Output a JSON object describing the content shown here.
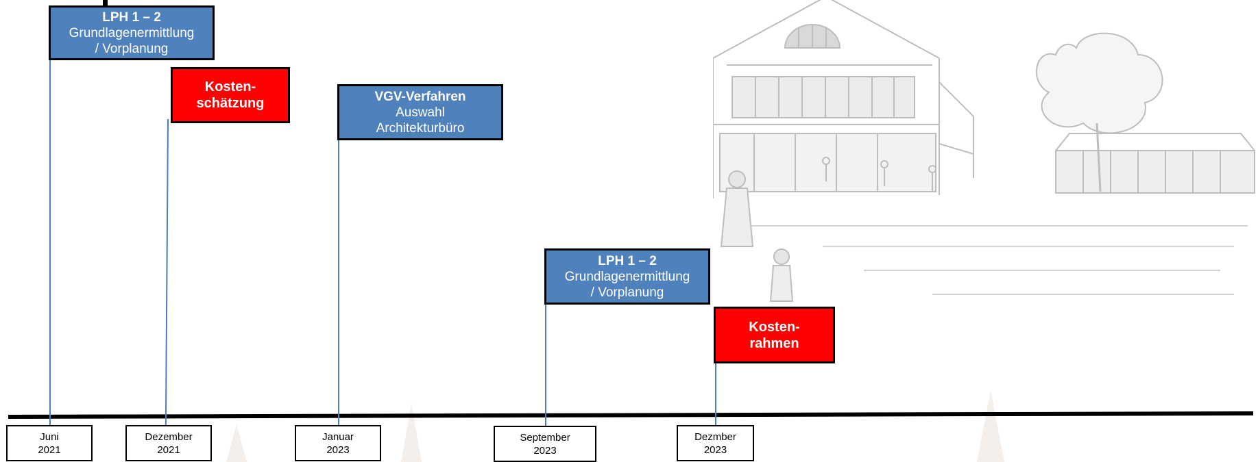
{
  "milestones": [
    {
      "id": "lph-2021",
      "title": "LPH 1 – 2",
      "line1": "Grundlagenermittlung",
      "line2": "/ Vorplanung",
      "color": "blue"
    },
    {
      "id": "kostenschaetzung",
      "title_line1": "Kosten-",
      "title_line2": "schätzung",
      "color": "red"
    },
    {
      "id": "vgv",
      "title": "VGV-Verfahren",
      "line1": "Auswahl",
      "line2": "Architekturbüro",
      "color": "blue"
    },
    {
      "id": "lph-2023",
      "title": "LPH 1 – 2",
      "line1": "Grundlagenermittlung",
      "line2": "/ Vorplanung",
      "color": "blue"
    },
    {
      "id": "kostenrahmen",
      "title_line1": "Kosten-",
      "title_line2": "rahmen",
      "color": "red"
    }
  ],
  "dates": [
    {
      "month": "Juni",
      "year": "2021"
    },
    {
      "month": "Dezember",
      "year": "2021"
    },
    {
      "month": "Januar",
      "year": "2023"
    },
    {
      "month": "September",
      "year": "2023"
    },
    {
      "month": "Dezmber",
      "year": "2023"
    }
  ],
  "colors": {
    "blue": "#4f81bd",
    "red": "#ff0000",
    "connector": "#4a7fc1",
    "axis": "#000000"
  }
}
